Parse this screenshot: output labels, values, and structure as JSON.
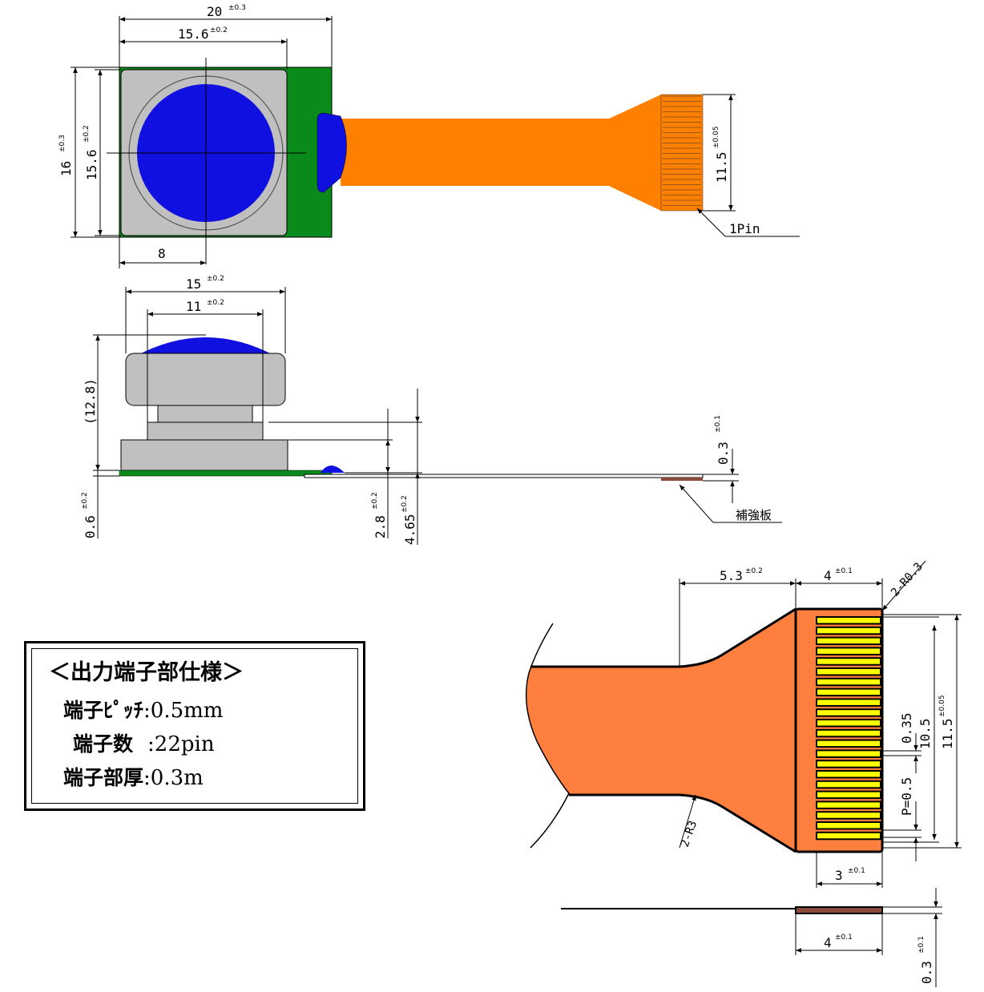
{
  "top_view": {
    "width": "20",
    "width_tol": "±0.3",
    "lens_block_width": "15.6",
    "lens_block_width_tol": "±0.2",
    "height": "16",
    "height_tol": "±0.3",
    "lens_block_height": "15.6",
    "lens_block_height_tol": "±0.2",
    "center_offset": "8",
    "fpc_height": "11.5",
    "fpc_height_tol": "±0.05",
    "pin_label": "1Pin"
  },
  "side_view": {
    "top_width": "15",
    "top_width_tol": "±0.2",
    "lens_width": "11",
    "lens_width_tol": "±0.2",
    "total_height": "(12.8)",
    "stiffener_thickness": "0.3",
    "stiffener_thickness_tol": "±0.1",
    "stiffener_label": "補強板",
    "pcb_thickness": "0.6",
    "pcb_thickness_tol": "±0.2",
    "step_height": "2.8",
    "step_height_tol": "±0.2",
    "housing_height": "4.65",
    "housing_height_tol": "±0.2"
  },
  "connector_view": {
    "taper_length": "5.3",
    "taper_length_tol": "±0.2",
    "tip_length": "4",
    "tip_length_tol": "±0.1",
    "corner_radius": "2-R0.3",
    "bend_radius": "2-R3",
    "pitch": "P=0.5",
    "pad_width": "0.35",
    "pad_span": "10.5",
    "total_width": "11.5",
    "total_width_tol": "±0.05",
    "pad_length": "3",
    "pad_length_tol": "±0.1",
    "bottom_length": "4",
    "bottom_length_tol": "±0.1",
    "bottom_thickness": "0.3",
    "bottom_thickness_tol": "±0.1"
  },
  "spec": {
    "title": "＜出力端子部仕様＞",
    "rows": [
      {
        "label": "端子ﾋﾟｯﾁ",
        "value": ":0.5mm"
      },
      {
        "label": "端子数",
        "value": ":22pin"
      },
      {
        "label": "端子部厚",
        "value": ":0.3m"
      }
    ]
  },
  "colors": {
    "pcb": "#0a8a1a",
    "lens": "#1010e0",
    "housing": "#c0c0c0",
    "fpc": "#ff8000",
    "connector_fpc": "#ff7f3f",
    "pad": "#ffff00",
    "stiffener": "#8b4a3a"
  }
}
